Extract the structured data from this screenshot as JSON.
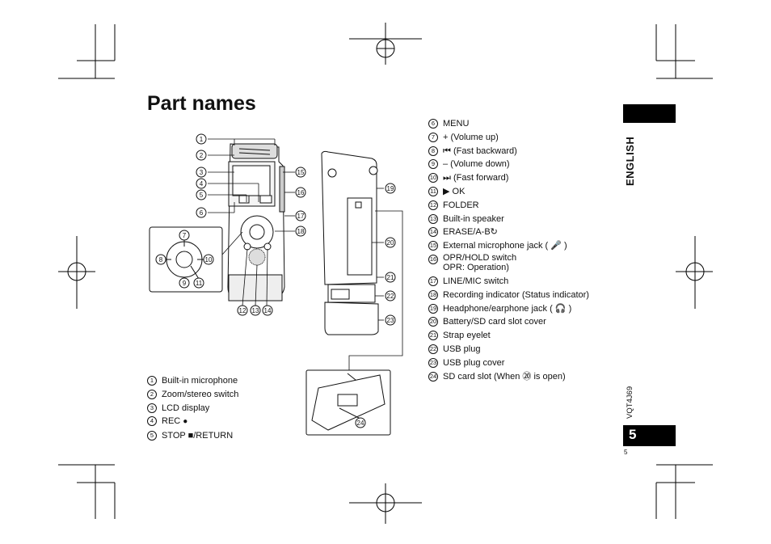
{
  "page": {
    "title": "Part names",
    "language_tab": "ENGLISH",
    "doc_code": "VQT4J69",
    "page_tab": "5",
    "page_number": "5"
  },
  "legend_left": [
    {
      "num": "1",
      "label": "Built-in microphone"
    },
    {
      "num": "2",
      "label": "Zoom/stereo switch"
    },
    {
      "num": "3",
      "label": "LCD display"
    },
    {
      "num": "4",
      "label": "REC",
      "glyph": "●",
      "glyph_icon": "record-dot-icon"
    },
    {
      "num": "5",
      "label": "STOP ■/RETURN"
    }
  ],
  "legend_right": [
    {
      "num": "6",
      "label": "MENU"
    },
    {
      "num": "7",
      "label": "+ (Volume up)"
    },
    {
      "num": "8",
      "label": "⏮ (Fast backward)"
    },
    {
      "num": "9",
      "label": "– (Volume down)"
    },
    {
      "num": "10",
      "label": "⏭ (Fast forward)"
    },
    {
      "num": "11",
      "label": "▶ OK"
    },
    {
      "num": "12",
      "label": "FOLDER"
    },
    {
      "num": "13",
      "label": "Built-in speaker"
    },
    {
      "num": "14",
      "label": "ERASE/A-B↻"
    },
    {
      "num": "15",
      "label": "External microphone jack ( 🎤 )"
    },
    {
      "num": "16",
      "label": "OPR/HOLD switch",
      "sub": "OPR: Operation)"
    },
    {
      "num": "17",
      "label": "LINE/MIC switch"
    },
    {
      "num": "18",
      "label": "Recording indicator (Status indicator)"
    },
    {
      "num": "19",
      "label": "Headphone/earphone jack ( 🎧 )"
    },
    {
      "num": "20",
      "label": "Battery/SD card slot cover"
    },
    {
      "num": "21",
      "label": "Strap eyelet"
    },
    {
      "num": "22",
      "label": "USB plug"
    },
    {
      "num": "23",
      "label": "USB plug cover"
    },
    {
      "num": "24",
      "label": "SD card slot (When ⑳ is open)"
    }
  ],
  "diagram_callouts": [
    "1",
    "2",
    "3",
    "4",
    "5",
    "6",
    "7",
    "8",
    "9",
    "10",
    "11",
    "12",
    "13",
    "14",
    "15",
    "16",
    "17",
    "18",
    "19",
    "20",
    "21",
    "22",
    "23",
    "24"
  ]
}
